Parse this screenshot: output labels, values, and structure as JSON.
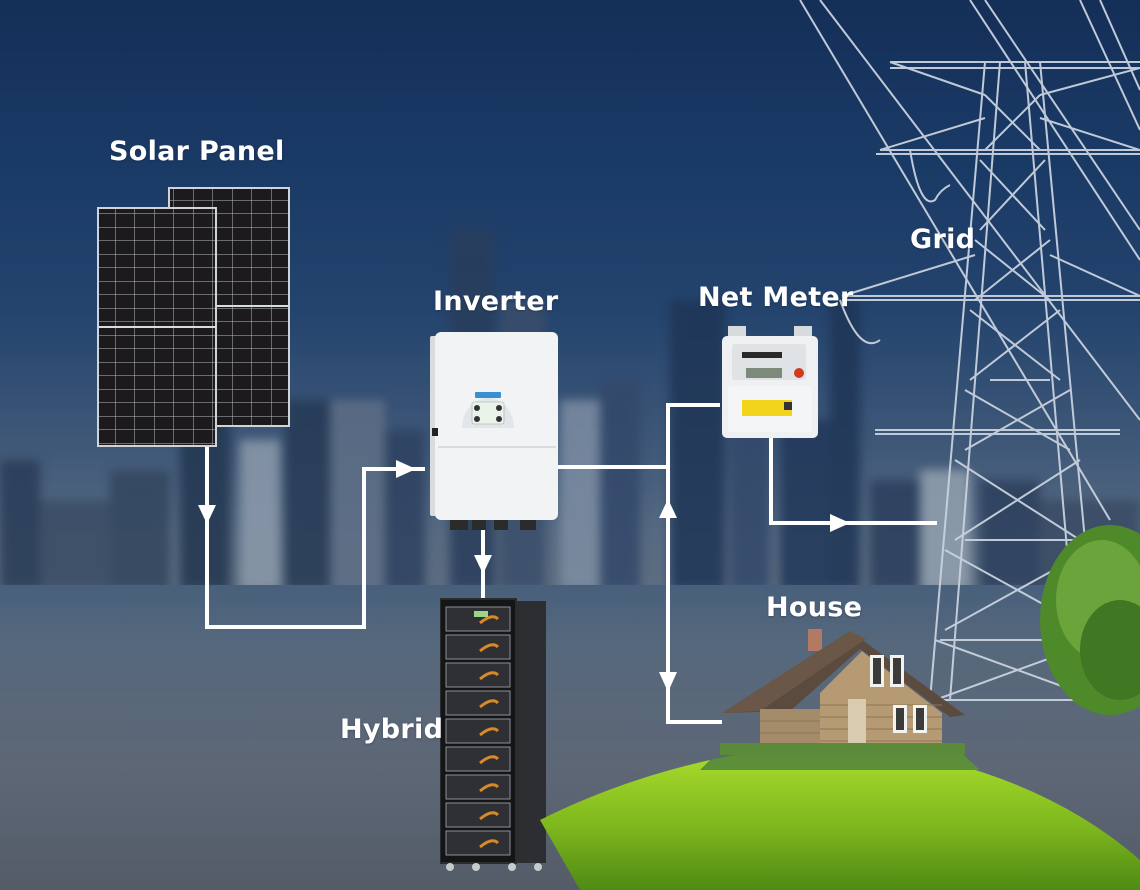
{
  "diagram": {
    "type": "hybrid-solar-system-schematic",
    "labels": {
      "solar_panel": "Solar Panel",
      "inverter": "Inverter",
      "net_meter": "Net Meter",
      "grid": "Grid",
      "house": "House",
      "battery": "Hybrid"
    },
    "components": [
      {
        "id": "solar_panel",
        "label": "Solar Panel",
        "icon": "solar-panel-icon"
      },
      {
        "id": "inverter",
        "label": "Inverter",
        "icon": "inverter-icon"
      },
      {
        "id": "battery",
        "label": "Hybrid",
        "icon": "battery-rack-icon"
      },
      {
        "id": "net_meter",
        "label": "Net Meter",
        "icon": "electric-meter-icon"
      },
      {
        "id": "grid",
        "label": "Grid",
        "icon": "transmission-tower-icon"
      },
      {
        "id": "house",
        "label": "House",
        "icon": "house-icon"
      }
    ],
    "connections": [
      {
        "from": "solar_panel",
        "to": "inverter",
        "arrow": "down-then-right"
      },
      {
        "from": "inverter",
        "to": "battery",
        "arrow": "down"
      },
      {
        "from": "inverter",
        "to": "net_meter",
        "arrow": "none"
      },
      {
        "from": "house",
        "to": "inverter",
        "arrow": "bidirectional"
      },
      {
        "from": "net_meter",
        "to": "grid",
        "arrow": "right"
      }
    ],
    "colors": {
      "sky_top": "#142f58",
      "sky_mid": "#3f5878",
      "ground": "#5a6676",
      "line": "#ffffff",
      "panel_cell": "#1c1a1c",
      "grass": "#7fb81e",
      "tower_line": "#c9d2de"
    }
  }
}
